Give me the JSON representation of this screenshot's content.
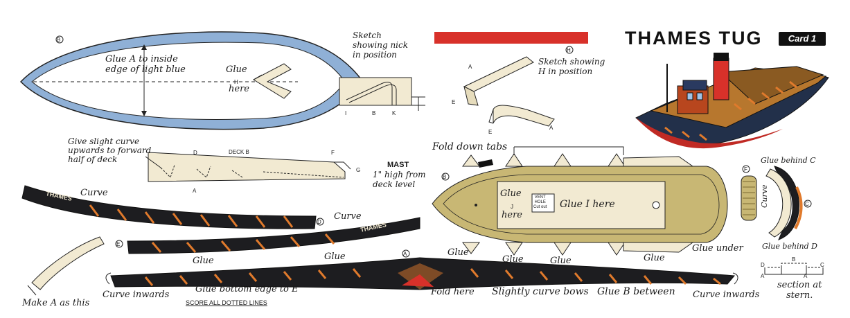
{
  "title": "THAMES TUG",
  "card": "Card 1",
  "part_letters": {
    "b1": "B",
    "h": "H",
    "d": "D",
    "b2": "B",
    "f": "F",
    "c": "C",
    "g": "G",
    "e": "E",
    "a_circle": "A"
  },
  "deck_letters": {
    "d": "D",
    "deck_b": "DECK B",
    "f": "F",
    "a": "A",
    "g": "G"
  },
  "nick_letters": {
    "i": "I",
    "b": "B",
    "k": "K"
  },
  "hsketch_letters": {
    "a1": "A",
    "e1": "E",
    "e2": "E",
    "a2": "A"
  },
  "stern_letters": {
    "d": "D",
    "b": "B",
    "c": "C",
    "a1": "A",
    "a2": "A"
  },
  "labels": {
    "glue_a": "Glue A to inside\nedge of light blue",
    "glue_h_line1": "Glue",
    "glue_h_h": "H",
    "glue_h_line2": "here",
    "sketch_nick": "Sketch\nshowing nick\nin position",
    "sketch_h": "Sketch showing\nH in position",
    "give_curve": "Give slight curve\nupwards to forward\nhalf of deck",
    "mast": "MAST",
    "mast_note": "1\" high from\ndeck level",
    "fold_down_tabs": "Fold down tabs",
    "glue_j_line1": "Glue",
    "glue_j_j": "J",
    "glue_j_line2": "here",
    "vent_hole": "VENT\nHOLE\nCut out",
    "glue_i": "Glue I here",
    "glue_behind_c": "Glue behind C",
    "curve_vertical": "Curve",
    "glue_behind_d": "Glue behind D",
    "curve_1": "Curve",
    "curve_2": "Curve",
    "thames_1": "THAMES",
    "thames_2": "THAMES",
    "make_a": "Make A as this",
    "glue_e1": "Glue",
    "glue_e2": "Glue",
    "glue_tab1": "Glue",
    "glue_tab2": "Glue",
    "glue_tab3": "Glue",
    "glue_tab4": "Glue",
    "glue_under": "Glue under",
    "curve_inwards_left": "Curve inwards",
    "glue_bottom": "Glue bottom edge to E",
    "score": "SCORE ALL DOTTED LINES",
    "fold_here": "Fold here",
    "slightly_curve": "Slightly curve bows",
    "glue_b_between": "Glue B between",
    "curve_inwards_right": "Curve inwards",
    "section_stern": "section at\nstern."
  },
  "colors": {
    "light_blue": "#8fb0d6",
    "hull_black": "#1d1d20",
    "deck_tan": "#c8b774",
    "cream": "#f2ead2",
    "funnel_red": "#d8312a",
    "red_bar": "#d8312a",
    "accent_orange": "#e07a2c"
  }
}
